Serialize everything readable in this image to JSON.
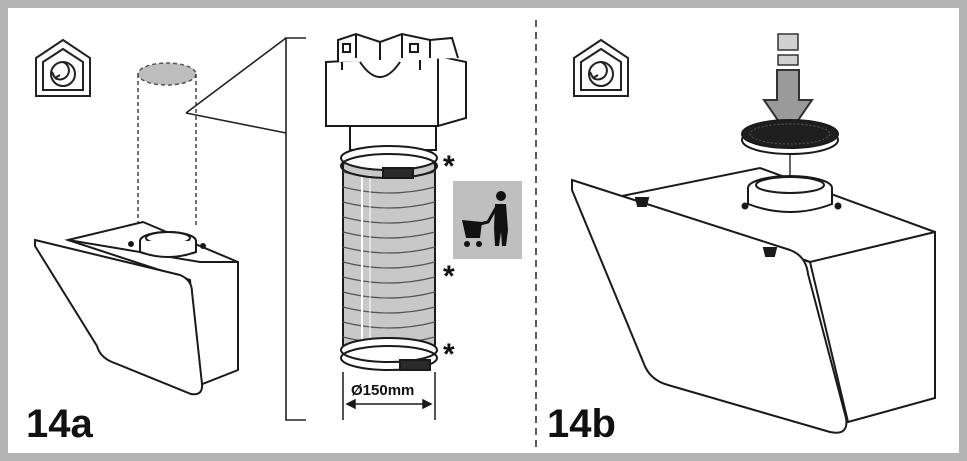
{
  "panels": {
    "a": {
      "label": "14a"
    },
    "b": {
      "label": "14b"
    }
  },
  "annotations": {
    "diameter": "Ø150mm",
    "asterisk": "*"
  },
  "icons": {
    "recirculation": "house-recirculation-icon",
    "installer": "installer-with-trolley-icon",
    "arrow": "insert-down-arrow-icon"
  },
  "colors": {
    "frame": "#b4b4b4",
    "line": "#1a1a1a",
    "duct_fill": "#c8c8c8",
    "installer_bg": "#bfbfbf",
    "filter": "#1e1e1e"
  }
}
